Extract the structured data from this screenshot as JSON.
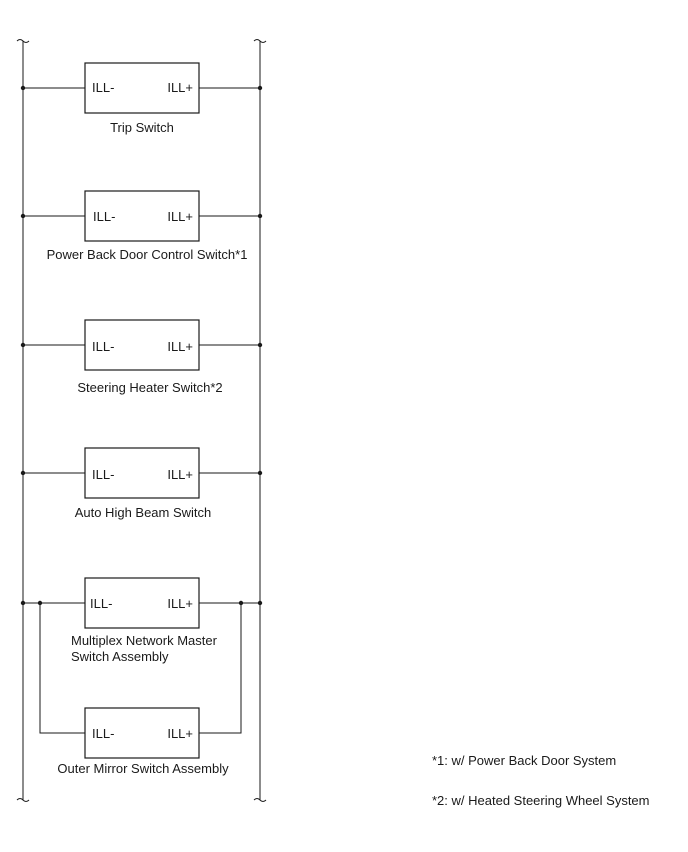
{
  "components": [
    {
      "id": "trip-switch",
      "left_pin": "ILL-",
      "right_pin": "ILL+",
      "label_lines": [
        "Trip Switch"
      ]
    },
    {
      "id": "power-back-door-control-switch",
      "left_pin": "ILL-",
      "right_pin": "ILL+",
      "label_lines": [
        "Power Back Door Control Switch*1"
      ]
    },
    {
      "id": "steering-heater-switch",
      "left_pin": "ILL-",
      "right_pin": "ILL+",
      "label_lines": [
        "Steering Heater Switch*2"
      ]
    },
    {
      "id": "auto-high-beam-switch",
      "left_pin": "ILL-",
      "right_pin": "ILL+",
      "label_lines": [
        "Auto High Beam Switch"
      ]
    },
    {
      "id": "multiplex-network-master-switch-assembly",
      "left_pin": "ILL-",
      "right_pin": "ILL+",
      "label_lines": [
        "Multiplex Network Master",
        "Switch Assembly"
      ]
    },
    {
      "id": "outer-mirror-switch-assembly",
      "left_pin": "ILL-",
      "right_pin": "ILL+",
      "label_lines": [
        "Outer Mirror Switch Assembly"
      ]
    }
  ],
  "notes": [
    "*1: w/ Power Back Door System",
    "*2: w/ Heated Steering Wheel System"
  ]
}
